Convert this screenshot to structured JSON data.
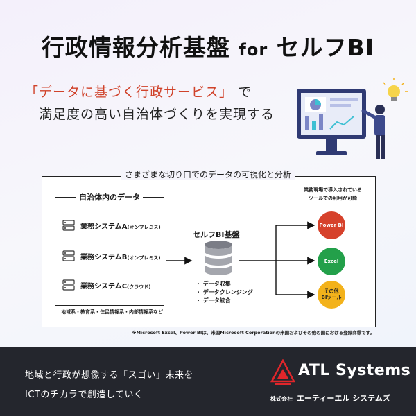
{
  "header": {
    "title_main": "行政情報分析基盤",
    "title_for": "for",
    "title_suffix": "セルフBI",
    "headline_accent": "「データに基づく行政サービス」",
    "headline_tail": "で",
    "subline": "満足度の高い自治体づくりを実現する"
  },
  "diagram": {
    "outer_label": "さまざまな切り口でのデータの可視化と分析",
    "inner_label": "自治体内のデータ",
    "systems": [
      {
        "name": "業務システムA",
        "sub": "(オンプレミス)"
      },
      {
        "name": "業務システムB",
        "sub": "(オンプレミス)"
      },
      {
        "name": "業務システムC",
        "sub": "(クラウド)"
      }
    ],
    "regions": "地域系・教育系・住民情報系・内部情報系など",
    "platform_title": "セルフBI基盤",
    "features": [
      "・ データ収集",
      "・ データクレンジング",
      "・ データ統合"
    ],
    "tools_note_1": "業務現場で導入されている",
    "tools_note_2": "ツールでの利用が可能",
    "tools": {
      "power": "Power BI",
      "excel": "Excel",
      "other_1": "その他",
      "other_2": "BIツール"
    },
    "footnote": "※Microsoft Excel、Power BIは、米国Microsoft Corporationの米国およびその他の国における登録商標です。"
  },
  "footer": {
    "line1": "地域と行政が想像する「スゴい」未来を",
    "line2": "ICTのチカラで創造していく",
    "brand": "ATL Systems",
    "corp_prefix": "株式会社",
    "corp_kana": "エーティーエル システムズ"
  },
  "colors": {
    "accent": "#d0422a",
    "power_bi": "#d6412b",
    "excel": "#23a04a",
    "other_bi": "#f3b21b",
    "footer_bg": "#24262d"
  }
}
